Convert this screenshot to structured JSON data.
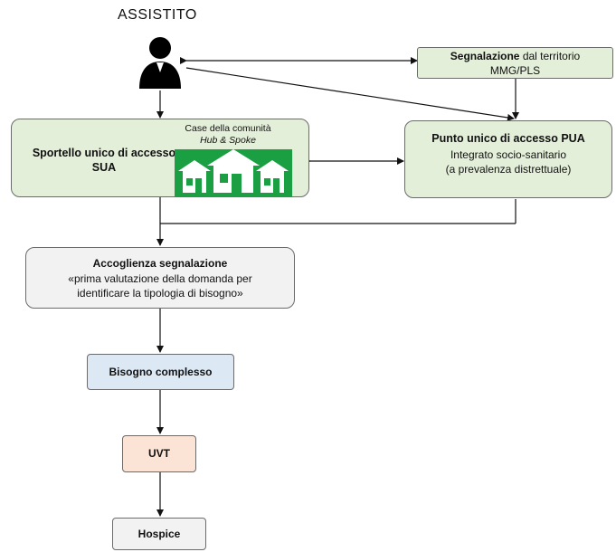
{
  "assistito": {
    "label": "ASSISTITO",
    "icon": "person-icon"
  },
  "segnalazione": {
    "bold": "Segnalazione",
    "rest": " dal territorio",
    "line2": "MMG/PLS"
  },
  "sua": {
    "title_line1": "Sportello unico di accesso",
    "title_line2": "SUA",
    "case_line1": "Case della comunità",
    "case_line2": "Hub & Spoke",
    "icon": "houses-icon",
    "icon_color": "#1aa043"
  },
  "pua": {
    "title": "Punto unico di accesso PUA",
    "line2": "Integrato socio-sanitario",
    "line3": "(a prevalenza distrettuale)"
  },
  "accoglienza": {
    "title": "Accoglienza segnalazione",
    "line2": "«prima valutazione della domanda per",
    "line3": "identificare la tipologia di bisogno»"
  },
  "bisogno": {
    "label": "Bisogno complesso"
  },
  "uvt": {
    "label": "UVT"
  },
  "hospice": {
    "label": "Hospice"
  },
  "colors": {
    "green_box": "#e4efda",
    "gray_box": "#f2f2f2",
    "blue_box": "#dde8f5",
    "peach_box": "#fbe3d6"
  }
}
